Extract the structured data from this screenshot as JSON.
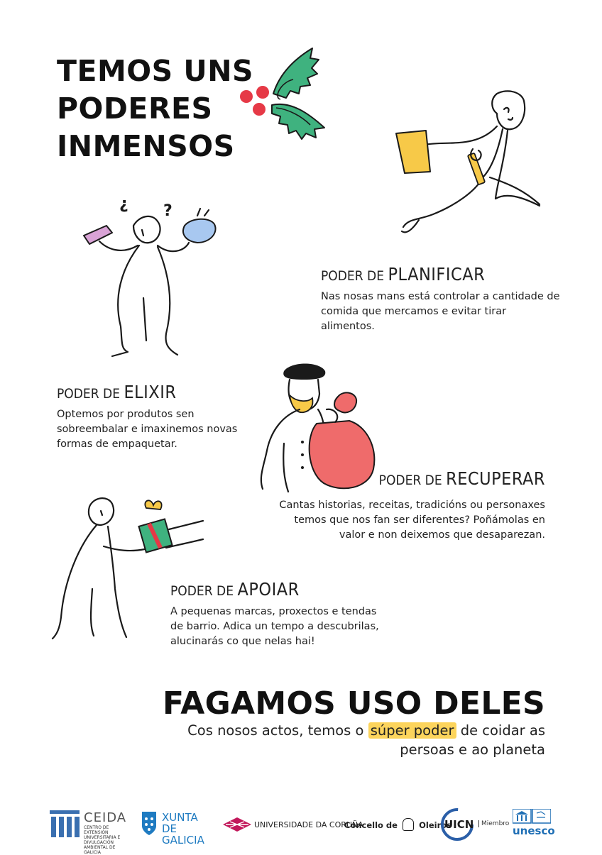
{
  "title_lines": [
    "TEMOS UNS",
    "PODERES",
    "INMENSOS"
  ],
  "powers": {
    "planificar": {
      "prefix": "PODER DE",
      "verb": "PLANIFICAR",
      "text": "Nas nosas mans está controlar a cantidade de comida que mercamos e evitar tirar alimentos."
    },
    "elixir": {
      "prefix": "PODER DE",
      "verb": "ELIXIR",
      "text": "Optemos por produtos sen sobreembalar e imaxinemos novas formas de empaquetar."
    },
    "recuperar": {
      "prefix": "PODER DE",
      "verb": "RECUPERAR",
      "text": "Cantas historias, receitas, tradicións ou personaxes temos que nos fan ser diferentes? Poñámolas en valor e non deixemos que desaparezan."
    },
    "apoiar": {
      "prefix": "PODER DE",
      "verb": "APOIAR",
      "text": "A pequenas marcas, proxectos e tendas de barrio. Adica un tempo a descubrilas, alucinarás co que nelas hai!"
    }
  },
  "question_marks": [
    "¿",
    "?"
  ],
  "closing": {
    "title": "FAGAMOS USO DELES",
    "sub_before": "Cos nosos actos, temos o",
    "sub_highlight": "súper poder",
    "sub_after": "de coidar as persoas e ao planeta"
  },
  "logos": {
    "ceida": {
      "name": "CEIDA",
      "line1": "CENTRO DE EXTENSIÓN",
      "line2": "UNIVERSITARIA E DIVULGACIÓN",
      "line3": "AMBIENTAL DE GALICIA"
    },
    "xunta": {
      "line1": "XUNTA",
      "line2": "DE GALICIA"
    },
    "udc": "UNIVERSIDADE DA CORUÑA",
    "oleiros": {
      "prefix": "Concello de",
      "name": "Oleiros"
    },
    "uicn": {
      "name": "UICN",
      "tag": "Miembro"
    },
    "unesco": "unesco"
  },
  "colors": {
    "holly_green": "#3fb27f",
    "berry_red": "#e63946",
    "sack_red": "#ef6b6b",
    "highlight": "#fcd45c",
    "ceida_blue": "#3a6fb0",
    "xunta_blue": "#1f7bc1",
    "udc_magenta": "#c2185b",
    "unesco_blue": "#1f6fb5"
  }
}
